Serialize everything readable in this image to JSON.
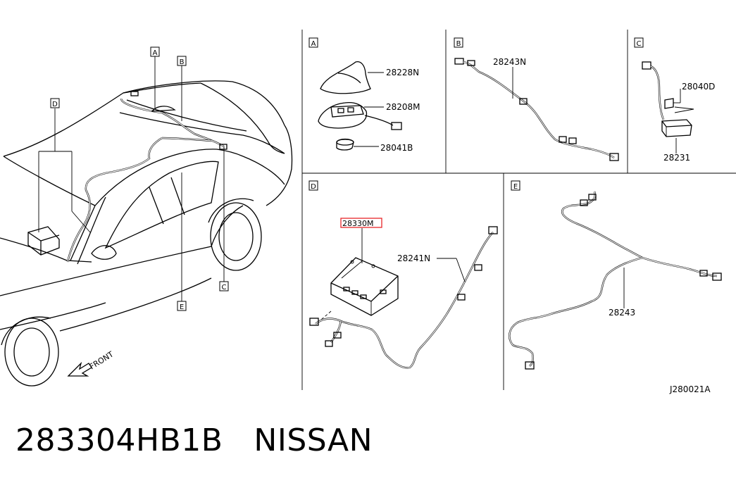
{
  "views": [
    {
      "letter": "A",
      "callout_letter": "A"
    },
    {
      "letter": "B",
      "callout_letter": "B"
    },
    {
      "letter": "C",
      "callout_letter": "C"
    },
    {
      "letter": "D",
      "callout_letter": "D"
    },
    {
      "letter": "E",
      "callout_letter": "E"
    }
  ],
  "parts": {
    "shark_antenna": "28228N",
    "antenna_base": "28208M",
    "gasket": "28041B",
    "feeder_b": "28243N",
    "bolt": "28040D",
    "amplifier": "28231",
    "tuner_module": "28330M",
    "feeder_d": "28241N",
    "feeder_e": "28243"
  },
  "highlighted_part": "28330M",
  "highlight_color": "#e8262a",
  "front_label": "FRONT",
  "diagram_code": "J280021A",
  "caption": {
    "part_number": "283304HB1B",
    "brand": "NISSAN"
  }
}
